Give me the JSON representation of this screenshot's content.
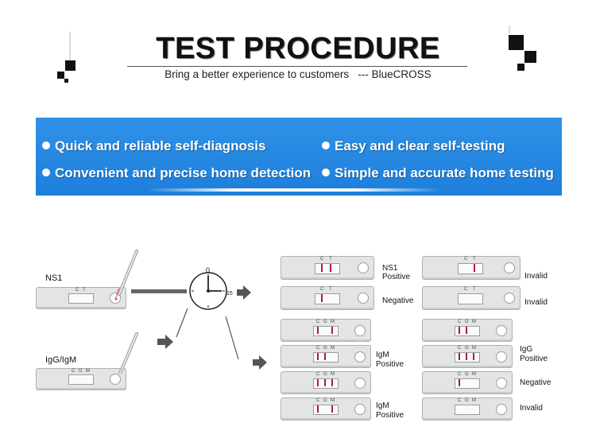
{
  "header": {
    "title": "TEST PROCEDURE",
    "subtitle": "Bring a better experience to customers   --- BlueCROSS"
  },
  "features": {
    "left": [
      "Quick and reliable self-diagnosis",
      "Convenient and precise home detection"
    ],
    "right": [
      "Easy and clear self-testing",
      "Simple and accurate home testing"
    ]
  },
  "procedure": {
    "sample_ns1": "NS1",
    "sample_igg_igm": "IgG/IgM",
    "timer_top": "0",
    "timer_right": "15",
    "cassette_marks": {
      "c": "C",
      "t": "T",
      "g": "G",
      "m": "M"
    }
  },
  "results": {
    "ns1_positive_1": "NS1",
    "ns1_positive_2": "Positive",
    "ns1_negative": "Negative",
    "ns1_invalid_1": "Invalid",
    "ns1_invalid_2": "Invalid",
    "igm_positive_1": "IgM",
    "igm_positive_2": "Positive",
    "igm_positive_b1": "IgM",
    "igm_positive_b2": "Positive",
    "igg_positive_1": "IgG",
    "igg_positive_2": "Positive",
    "igg_negative": "Negative",
    "igg_invalid": "Invalid"
  },
  "colors": {
    "banner": "#1d7fdc",
    "band": "#b0184a",
    "arrow": "#555555"
  }
}
